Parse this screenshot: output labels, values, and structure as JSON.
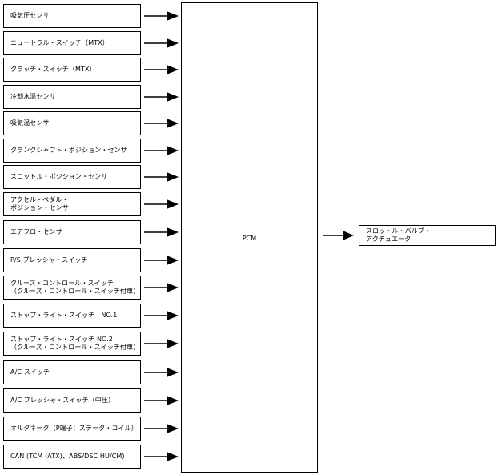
{
  "inputs": [
    "吸気圧センサ",
    "ニュートラル・スイッチ（MTX）",
    "クラッチ・スイッチ（MTX）",
    "冷却水温センサ",
    "吸気温センサ",
    "クランクシャフト・ポジション・センサ",
    "スロットル・ポジション・センサ",
    "アクセル・ペダル・\nポジション・センサ",
    "エアフロ・センサ",
    "P/S プレッシャ・スイッチ",
    "クルーズ・コントロール・スイッチ\n（クルーズ・コントロール・スイッチ付車）",
    "ストップ・ライト・スイッチ　NO.1",
    "ストップ・ライト・スイッチ NO.2\n（クルーズ・コントロール・スイッチ付車）",
    "A/C スイッチ",
    "A/C プレッシャ・スイッチ（中圧）",
    "オルタネータ（P端子：ステータ・コイル）",
    "CAN (TCM (ATX)、ABS/DSC HU/CM)"
  ],
  "controller": {
    "label": "PCM"
  },
  "output": {
    "label": "スロットル・バルブ・\nアクチュエータ"
  }
}
